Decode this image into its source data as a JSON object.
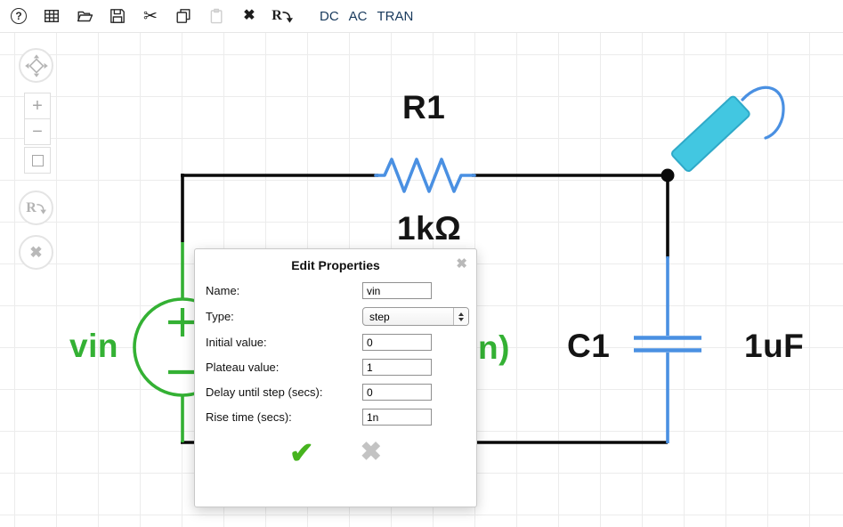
{
  "toolbar": {
    "help_glyph": "?",
    "cut_glyph": "✂",
    "delete_glyph": "✖",
    "rotate_glyph": "R",
    "icon_names": [
      "help",
      "grid",
      "open",
      "save",
      "cut",
      "copy",
      "paste",
      "delete",
      "rotate"
    ],
    "sim_buttons": [
      {
        "label": "DC"
      },
      {
        "label": "AC"
      },
      {
        "label": "TRAN"
      }
    ]
  },
  "side_toolbar": {
    "zoom_in_glyph": "+",
    "zoom_out_glyph": "−",
    "rotate_glyph": "R",
    "delete_glyph": "✖",
    "button_names": [
      "move",
      "zoom-in",
      "zoom-out",
      "zoom-fit",
      "rotate",
      "delete"
    ]
  },
  "schematic": {
    "resistor_ref": "R1",
    "resistor_value": "1kΩ",
    "capacitor_ref": "C1",
    "capacitor_value": "1uF",
    "source_ref": "vin",
    "source_partial_text": "n)",
    "colors": {
      "wire_blue": "#4a90e2",
      "wire_black": "#0a0a0a",
      "source_green": "#34b134",
      "probe_fill": "#42c7e1",
      "probe_stroke": "#2fa9c8"
    }
  },
  "dialog": {
    "title": "Edit Properties",
    "close_glyph": "✖",
    "ok_glyph": "✔",
    "cancel_glyph": "✖",
    "fields": [
      {
        "label": "Name:",
        "value": "vin",
        "type": "text"
      },
      {
        "label": "Type:",
        "value": "step",
        "type": "select"
      },
      {
        "label": "Initial value:",
        "value": "0",
        "type": "text"
      },
      {
        "label": "Plateau value:",
        "value": "1",
        "type": "text"
      },
      {
        "label": "Delay until step (secs):",
        "value": "0",
        "type": "text"
      },
      {
        "label": "Rise time (secs):",
        "value": "1n",
        "type": "text"
      }
    ]
  }
}
